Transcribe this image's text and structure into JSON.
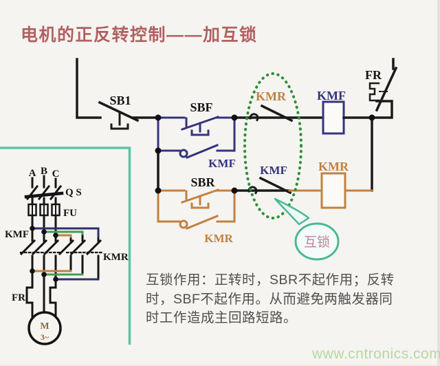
{
  "title": "电机的正反转控制——加互锁",
  "control": {
    "sb1": "SB1",
    "sbf": "SBF",
    "sbr": "SBR",
    "kmf_aux": "KMF",
    "kmr_aux": "KMR",
    "kmr_nc": "KMR",
    "kmf_nc": "KMF",
    "kmf_coil": "KMF",
    "kmr_coil": "KMR",
    "fr": "FR",
    "interlock_callout": "互锁"
  },
  "main": {
    "phase_a": "A",
    "phase_b": "B",
    "phase_c": "C",
    "qs": "Q S",
    "fu": "FU",
    "kmf": "KMF",
    "kmr": "KMR",
    "fr": "FR",
    "motor": "M",
    "motor_phase": "3~"
  },
  "note": {
    "line1": "互锁作用：正转时，SBR不起作用；反转",
    "line2": "时，SBF不起作用。从而避免两触发器同",
    "line3": "时工作造成主回路短路。"
  },
  "watermark": "www.cntronics.com",
  "colors": {
    "title_red": "#b16161",
    "forward_navy": "#34347e",
    "reverse_orange": "#c2813f",
    "interlock_green": "#2f8f35",
    "callout_teal": "#49b896",
    "box_teal": "#5cc3a2",
    "callout_text_pink": "#c57f9e",
    "note_gray": "#4f4f4f",
    "watermark_green": "#b7d79e"
  }
}
